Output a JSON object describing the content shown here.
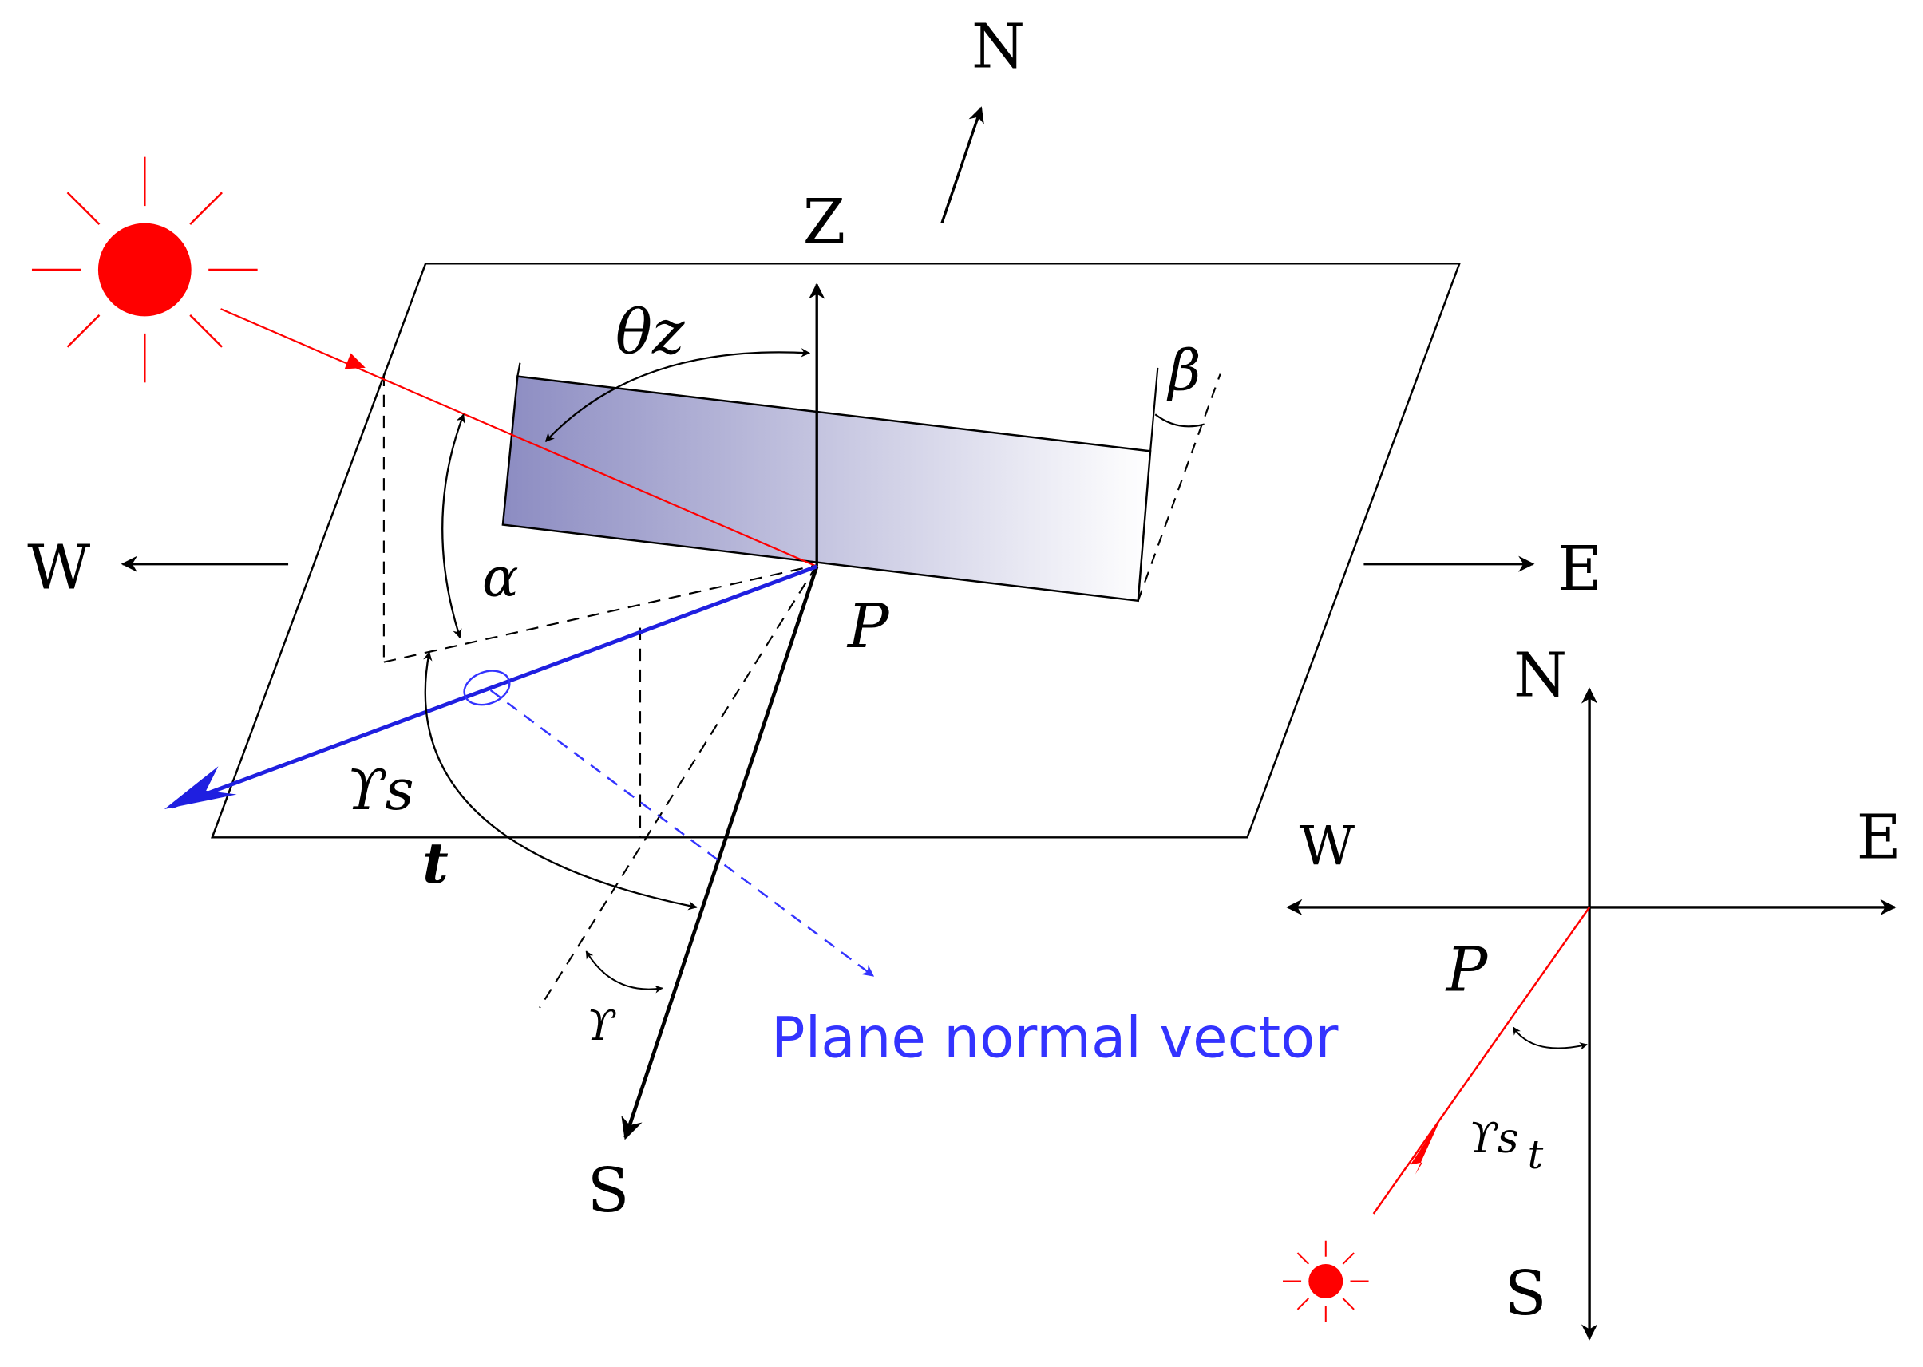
{
  "main_diagram": {
    "labels": {
      "north": "N",
      "zenith": "Z",
      "west": "W",
      "east": "E",
      "south": "S",
      "point": "P",
      "zenith_angle": "θz",
      "tilt_angle": "β",
      "altitude_angle": "α",
      "solar_azimuth": "ϒs",
      "solar_azimuth_sub": "t",
      "surface_azimuth": "ϒ",
      "normal_vector": "Plane normal vector"
    }
  },
  "inset_diagram": {
    "labels": {
      "north": "N",
      "west": "W",
      "east": "E",
      "south": "S",
      "point": "P",
      "solar_azimuth": "ϒs",
      "solar_azimuth_sub": "t"
    }
  },
  "colors": {
    "sun": "#ff0000",
    "sun_ray": "#ff0000",
    "sun_vector_projection": "#1f1fe0",
    "normal_vector": "#3333ff",
    "panel_gradient_start": "#8e8ec4",
    "panel_gradient_end": "#ffffff",
    "lines": "#000000"
  }
}
